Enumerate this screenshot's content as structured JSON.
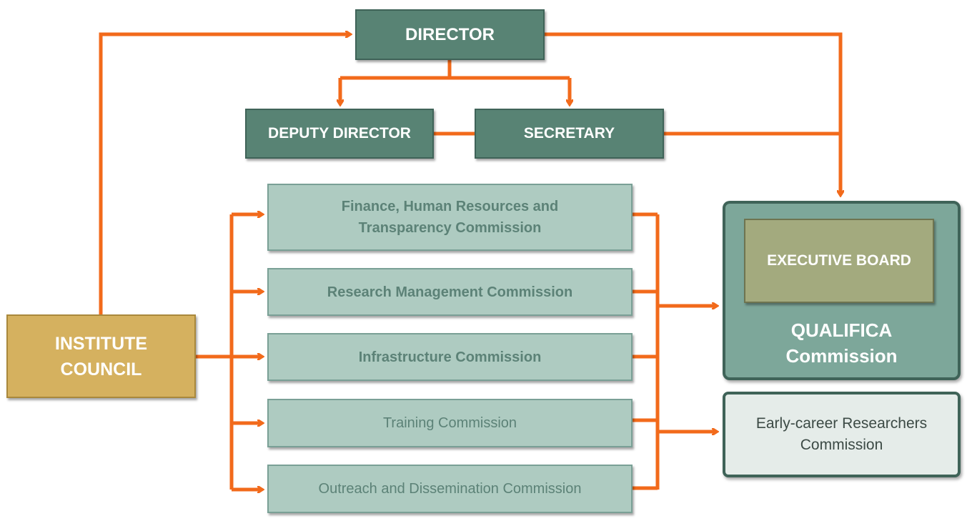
{
  "colors": {
    "connector": "#f26a1b",
    "dark_box": "#588374",
    "light_box": "#aecbc1",
    "council_box": "#d5b15f",
    "executive_board": "#a3aa7e",
    "qualifica_panel": "#7da79a",
    "early_career_box": "#e5ece9"
  },
  "nodes": {
    "director": "DIRECTOR",
    "deputy_director": "DEPUTY DIRECTOR",
    "secretary": "SECRETARY",
    "institute_council_line1": "INSTITUTE",
    "institute_council_line2": "COUNCIL",
    "commissions": {
      "finance_line1": "Finance, Human Resources and",
      "finance_line2": "Transparency Commission",
      "research": "Research Management Commission",
      "infrastructure": "Infrastructure Commission",
      "training": "Training Commission",
      "outreach": "Outreach and Dissemination Commission"
    },
    "executive_board": "EXECUTIVE BOARD",
    "qualifica_line1": "QUALIFICA",
    "qualifica_line2": "Commission",
    "early_career_line1": "Early-career Researchers",
    "early_career_line2": "Commission"
  }
}
